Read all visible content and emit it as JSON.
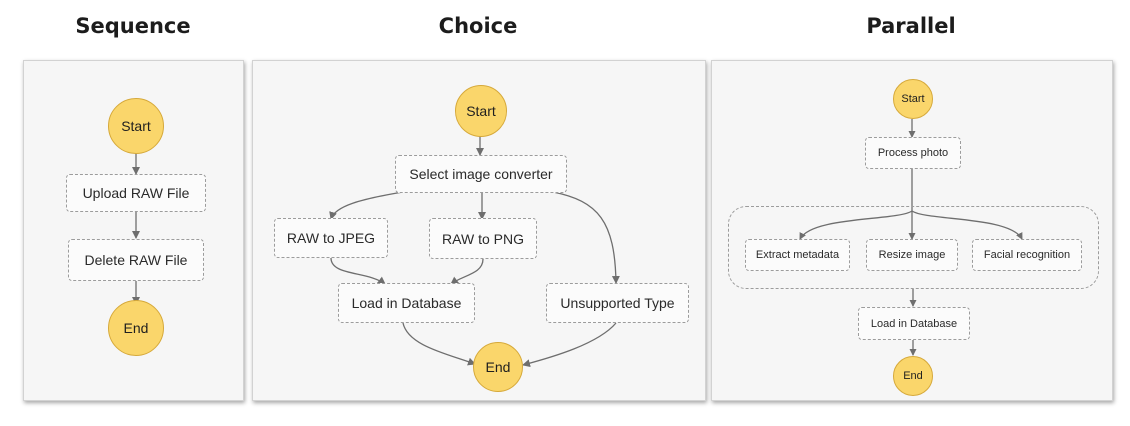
{
  "sequence": {
    "title": "Sequence",
    "start": "Start",
    "upload": "Upload RAW File",
    "delete": "Delete RAW File",
    "end": "End"
  },
  "choice": {
    "title": "Choice",
    "start": "Start",
    "select": "Select image converter",
    "jpeg": "RAW to JPEG",
    "png": "RAW to PNG",
    "load": "Load in Database",
    "unsupported": "Unsupported Type",
    "end": "End"
  },
  "parallel": {
    "title": "Parallel",
    "start": "Start",
    "process": "Process photo",
    "extract": "Extract metadata",
    "resize": "Resize image",
    "facial": "Facial recognition",
    "load": "Load in Database",
    "end": "End"
  },
  "colors": {
    "start_end_fill": "#fad66b",
    "panel_background": "#f6f6f6",
    "connector": "#6e6e6e"
  }
}
